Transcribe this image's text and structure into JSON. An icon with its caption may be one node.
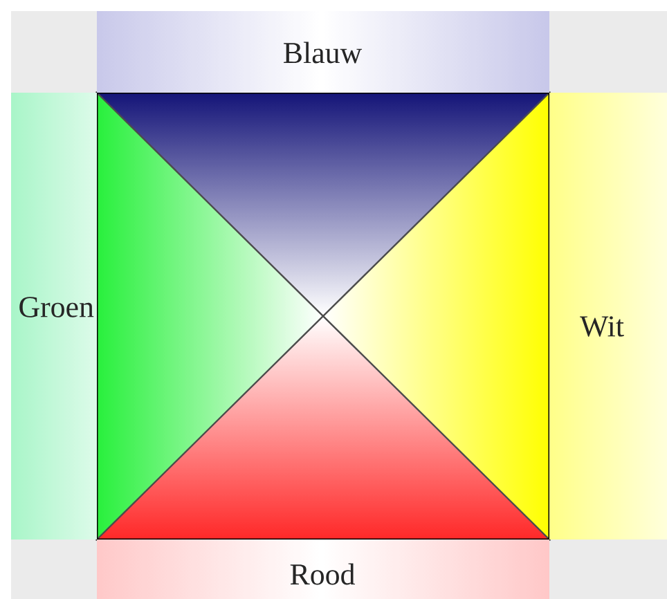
{
  "diagram": {
    "nodes": [
      {
        "text": [
          "Blauw"
        ]
      },
      {
        "text": [
          "Groen"
        ]
      },
      {
        "text": [
          "Wit"
        ]
      },
      {
        "text": [
          "Rood"
        ]
      }
    ]
  }
}
